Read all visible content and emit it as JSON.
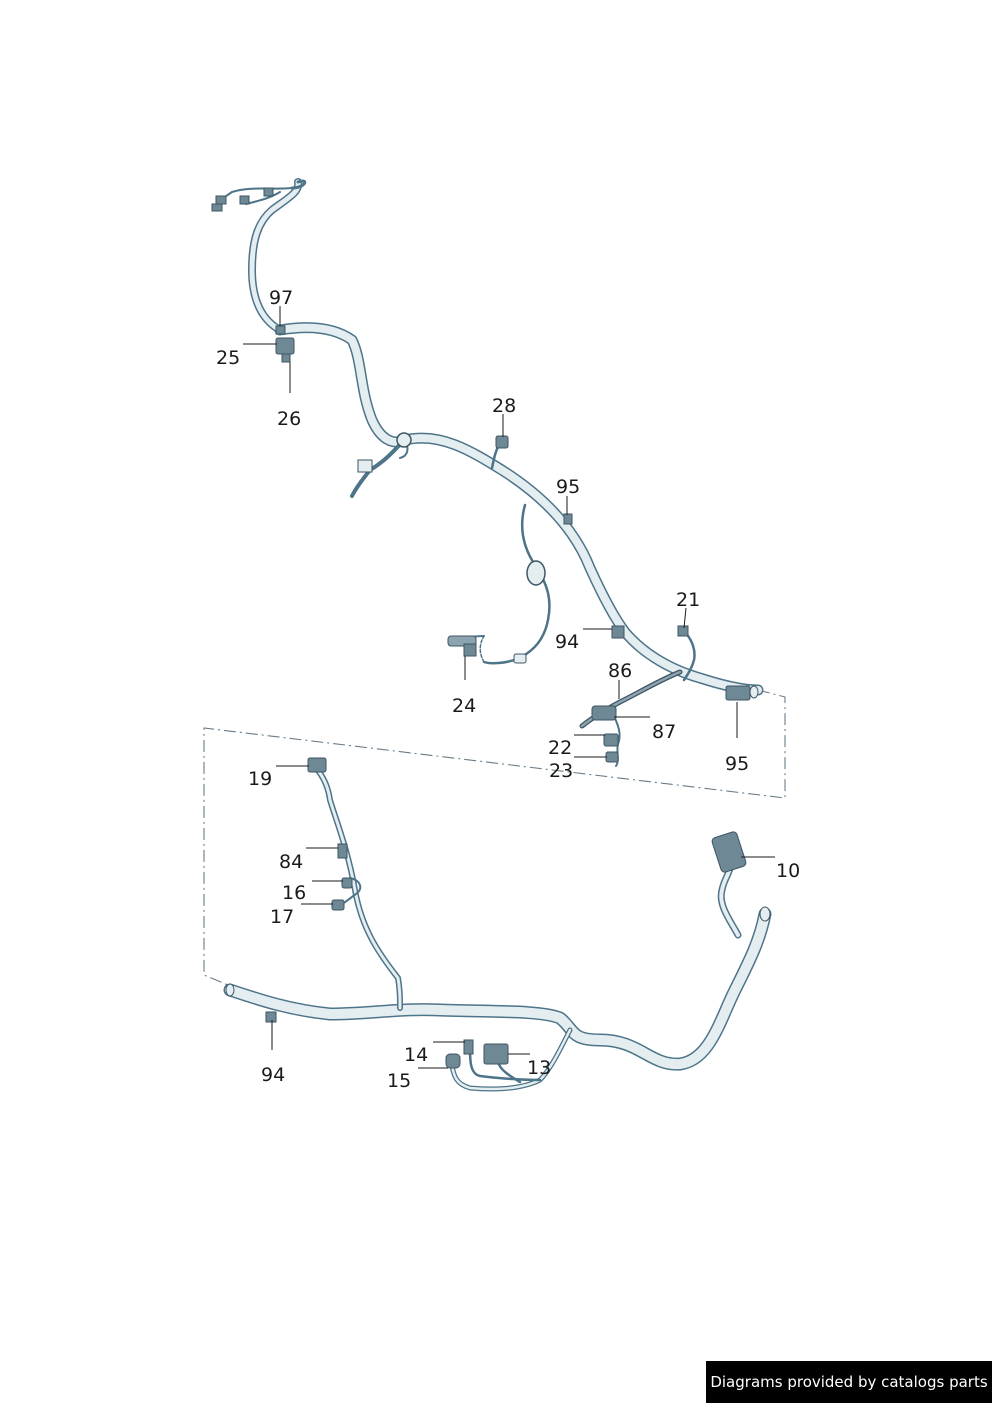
{
  "diagram": {
    "colors": {
      "cable_fill": "#e4edf0",
      "cable_stroke": "#4d7489",
      "connector_fill": "#6f8896",
      "connector_dark": "#3e5663",
      "leader": "#1a1a1a",
      "phantom": "#6a7c88"
    },
    "callouts": [
      "97",
      "25",
      "26",
      "28",
      "95",
      "21",
      "94",
      "86",
      "24",
      "87",
      "22",
      "23",
      "95",
      "19",
      "84",
      "16",
      "17",
      "10",
      "94",
      "14",
      "13",
      "15"
    ]
  },
  "footer": {
    "credit": "Diagrams provided by catalogs parts"
  }
}
